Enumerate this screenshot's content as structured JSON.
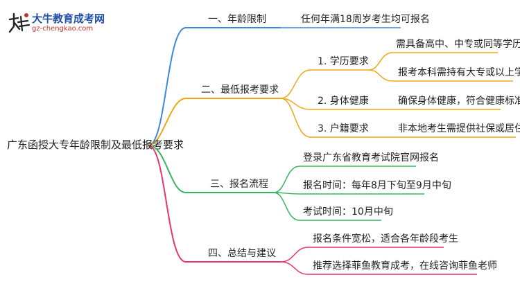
{
  "logo": {
    "title": "大牛教育成考网",
    "url": "gz-chengkao.com",
    "brand_color": "#1f4fa8",
    "url_color": "#c8302a",
    "mark_icon": "da-niu-calligraphy-mark"
  },
  "root": "广东函授大专年龄限制及最低报考要求",
  "branch_colors": {
    "b1": "#3a86e0",
    "b2": "#f2a516",
    "b3": "#37b55e",
    "b4": "#e8346e"
  },
  "branches": [
    {
      "label": "一、年龄限制",
      "children": [
        {
          "label": "任何年满18周岁考生均可报名"
        }
      ]
    },
    {
      "label": "二、最低报考要求",
      "children": [
        {
          "label": "1. 学历要求",
          "children": [
            "需具备高中、中专或同等学历",
            "报考本科需持有大专或以上学历"
          ]
        },
        {
          "label": "2. 身体健康",
          "children": [
            "确保身体健康，符合健康标准"
          ]
        },
        {
          "label": "3. 户籍要求",
          "children": [
            "非本地考生需提供社保或居住证明"
          ]
        }
      ]
    },
    {
      "label": "三、报名流程",
      "children": [
        {
          "label": "登录广东省教育考试院官网报名"
        },
        {
          "label": "报名时间：每年8月下旬至9月中旬"
        },
        {
          "label": "考试时间：10月中旬"
        }
      ]
    },
    {
      "label": "四、总结与建议",
      "children": [
        {
          "label": "报名条件宽松，适合各年龄段考生"
        },
        {
          "label": "推荐选择菲鱼教育成考，在线咨询菲鱼老师"
        }
      ]
    }
  ]
}
